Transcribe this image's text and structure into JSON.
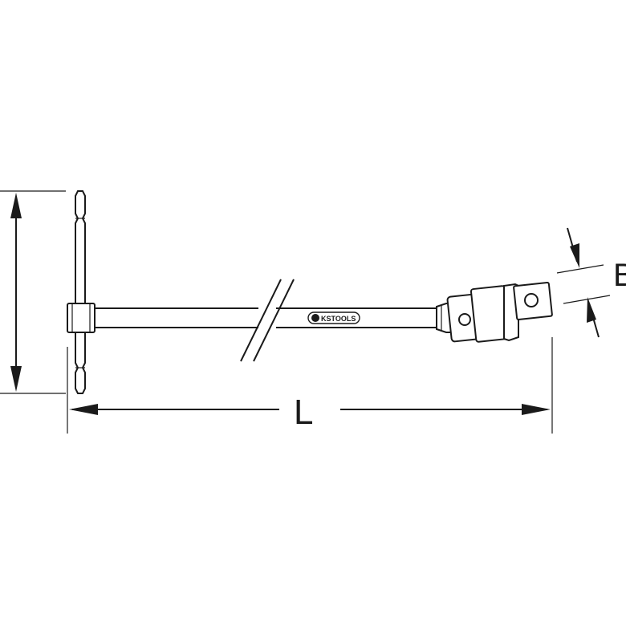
{
  "dimensions": {
    "length_label": "L",
    "width_label": "B"
  },
  "logo": {
    "text": "KSTOOLS"
  },
  "colors": {
    "line": "#1a1a1a",
    "background": "#ffffff"
  }
}
